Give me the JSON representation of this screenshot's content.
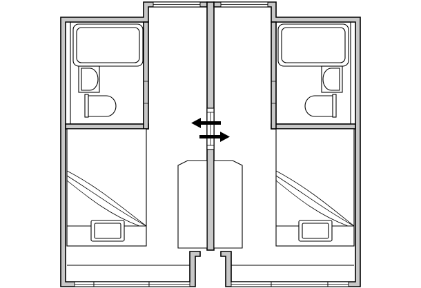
{
  "figure": {
    "kind": "floor-plan",
    "rooms": [
      {
        "side": "left",
        "fixtures": [
          "bathtub",
          "washbasin",
          "toilet",
          "bed",
          "pillow",
          "wardrobe"
        ]
      },
      {
        "side": "right",
        "fixtures": [
          "bathtub",
          "washbasin",
          "toilet",
          "bed",
          "pillow",
          "wardrobe"
        ]
      }
    ],
    "partition": {
      "symbols": [
        "arrow-left-icon",
        "arrow-right-icon"
      ]
    },
    "colors": {
      "wall_fill": "#c8c8c8",
      "line": "#000000",
      "background": "#ffffff"
    }
  }
}
